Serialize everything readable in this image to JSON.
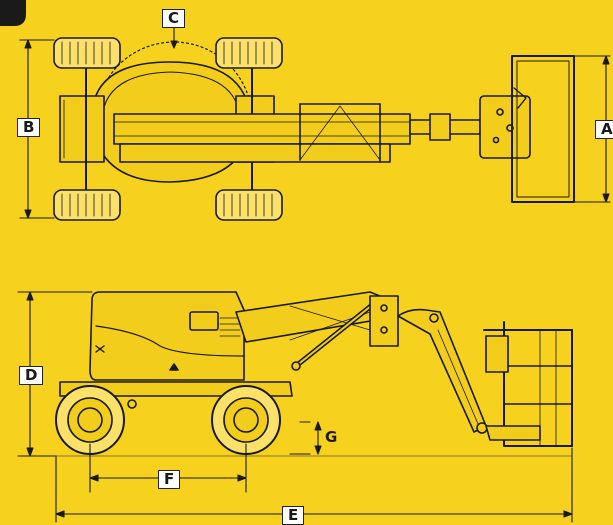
{
  "colors": {
    "background": "#f6d21f",
    "line": "#1a1a1a",
    "label_fill": "#ffffff"
  },
  "dimensions": {
    "a": "A",
    "b": "B",
    "c": "C",
    "d": "D",
    "e": "E",
    "f": "F",
    "g": "G"
  }
}
